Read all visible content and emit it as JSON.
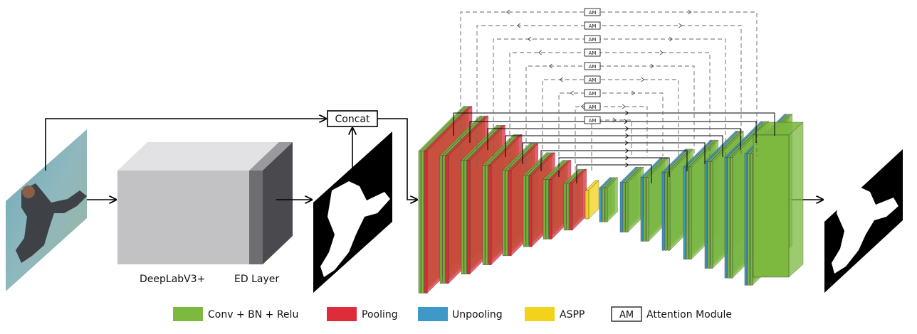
{
  "labels": {
    "concat": "Concat",
    "deeplab": "DeepLabV3+",
    "ed_layer": "ED Layer",
    "am": "AM"
  },
  "legend": [
    {
      "label": "Conv + BN + Relu",
      "color": "#7cb93e"
    },
    {
      "label": "Pooling",
      "color": "#de2c3a"
    },
    {
      "label": "Unpooling",
      "color": "#3e98c8"
    },
    {
      "label": "ASPP",
      "color": "#f2d21a"
    },
    {
      "label": "Attention Module",
      "swatch_text": "AM"
    }
  ],
  "colors": {
    "conv": "#7cb93e",
    "pool": "#de2c3a",
    "unpool": "#3e98c8",
    "aspp": "#f2d21a",
    "block_gray": "#c2c2c4",
    "block_dark": "#5b5b5f",
    "mask": "#000000",
    "silhouette": "#ffffff"
  },
  "attention_module_count": 9
}
